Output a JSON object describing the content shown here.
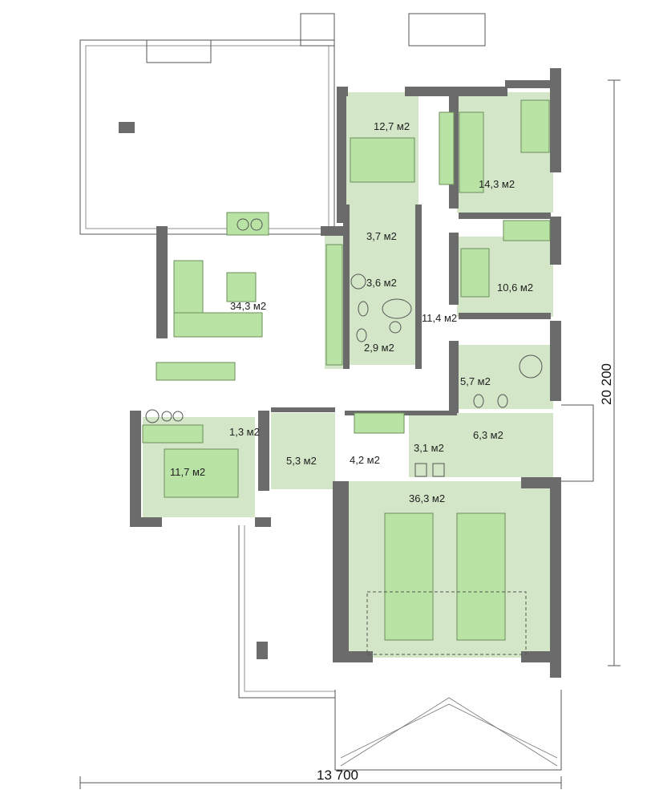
{
  "rooms": [
    {
      "id": "bedroom-1",
      "area": "12,7 м2"
    },
    {
      "id": "bedroom-2",
      "area": "14,3 м2"
    },
    {
      "id": "closet",
      "area": "3,7 м2"
    },
    {
      "id": "bathroom",
      "area": "3,6 м2"
    },
    {
      "id": "bedroom-3",
      "area": "10,6 м2"
    },
    {
      "id": "living-room",
      "area": "34,3 м2"
    },
    {
      "id": "hallway",
      "area": "11,4 м2"
    },
    {
      "id": "wc",
      "area": "2,9 м2"
    },
    {
      "id": "bathroom-2",
      "area": "5,7 м2"
    },
    {
      "id": "pantry",
      "area": "1,3 м2"
    },
    {
      "id": "technical-room",
      "area": "6,3 м2"
    },
    {
      "id": "entry",
      "area": "5,3 м2"
    },
    {
      "id": "wardrobe",
      "area": "4,2 м2"
    },
    {
      "id": "laundry",
      "area": "3,1 м2"
    },
    {
      "id": "kitchen",
      "area": "11,7 м2"
    },
    {
      "id": "garage",
      "area": "36,3 м2"
    }
  ],
  "dimensions": {
    "width": "13 700",
    "height": "20 200"
  },
  "colors": {
    "floor": "#d4e6c8",
    "furniture": "#b8e3a5",
    "wall": "#6b6b6b"
  }
}
